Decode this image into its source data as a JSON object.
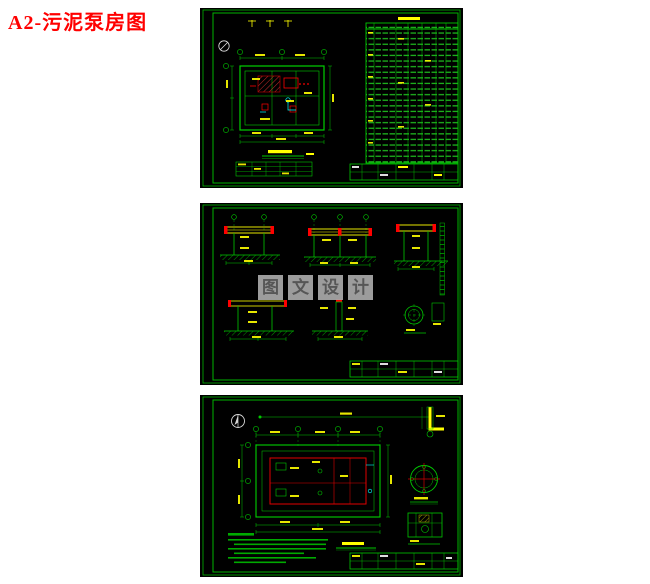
{
  "title": "A2-污泥泵房图",
  "watermark": {
    "chars": [
      "图",
      "文",
      "设",
      "计"
    ]
  },
  "colors": {
    "title_red": "#ff0000",
    "sheet_background": "#000000",
    "line_green": "#00c800",
    "line_yellow": "#ffff00",
    "line_red": "#ff0000",
    "line_cyan": "#00ffff",
    "line_white": "#e0e0e0",
    "watermark_gray": "#a8a8a8"
  }
}
